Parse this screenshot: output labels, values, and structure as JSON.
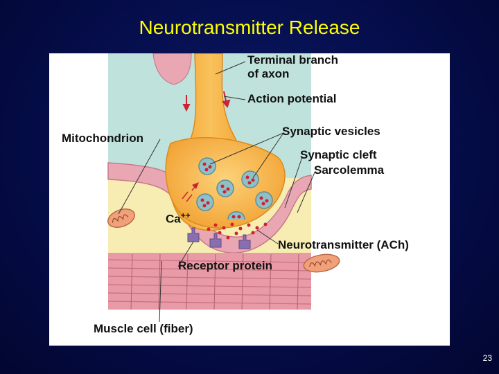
{
  "slide": {
    "title": "Neurotransmitter Release",
    "page_number": "23"
  },
  "diagram": {
    "labels": {
      "terminal_branch_line1": "Terminal branch",
      "terminal_branch_line2": "of axon",
      "action_potential": "Action potential",
      "mitochondrion": "Mitochondrion",
      "synaptic_vesicles": "Synaptic vesicles",
      "synaptic_cleft": "Synaptic cleft",
      "sarcolemma": "Sarcolemma",
      "calcium": "Ca",
      "calcium_charge": "++",
      "neurotransmitter": "Neurotransmitter (ACh)",
      "receptor_protein": "Receptor protein",
      "muscle_cell": "Muscle cell (fiber)"
    },
    "colors": {
      "background_fluid": "#bfe3dc",
      "axon_terminal": "#f7b54a",
      "sarcolemma": "#e9a7b4",
      "muscle_cytoplasm": "#f7edb2",
      "muscle_fibers": "#e89aa6",
      "vesicle": "#8fc0c8",
      "neurotransmitter": "#cc2233",
      "receptor": "#8a6fb0"
    }
  }
}
